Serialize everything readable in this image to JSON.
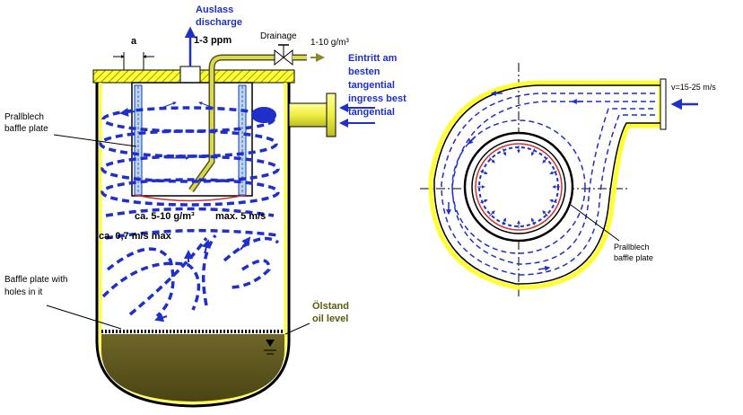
{
  "left_diagram": {
    "label_a": "a",
    "discharge_line1": "Auslass",
    "discharge_line2": "discharge",
    "ppm": "1-3 ppm",
    "drainage": "Drainage",
    "flow_gm3": "1-10 g/m³",
    "ingress_line1": "Eintritt am",
    "ingress_line2": "besten",
    "ingress_line3": "tangential",
    "ingress_line4": "ingress best",
    "ingress_line5": "tangential",
    "prallblech_line1": "Prallblech",
    "prallblech_line2": "baffle plate",
    "conc_label": "ca. 5-10 g/m³",
    "max_speed": "max. 5 m/s",
    "speed_label": "ca. 0,7 m/s max",
    "baffle_holes_line1": "Baffle plate with",
    "baffle_holes_line2": "holes in it",
    "oil_line1": "Ölstand",
    "oil_line2": "oil level"
  },
  "right_diagram": {
    "velocity": "v=15-25 m/s",
    "prallblech_line1": "Prallblech",
    "prallblech_line2": "baffle plate"
  },
  "colors": {
    "flow_blue": "#1f2fc9",
    "oil": "#5a5418",
    "hatch_yellow": "#ffff33",
    "pipe_olive": "#8a8a2a",
    "baffle_red": "#cc3333"
  }
}
